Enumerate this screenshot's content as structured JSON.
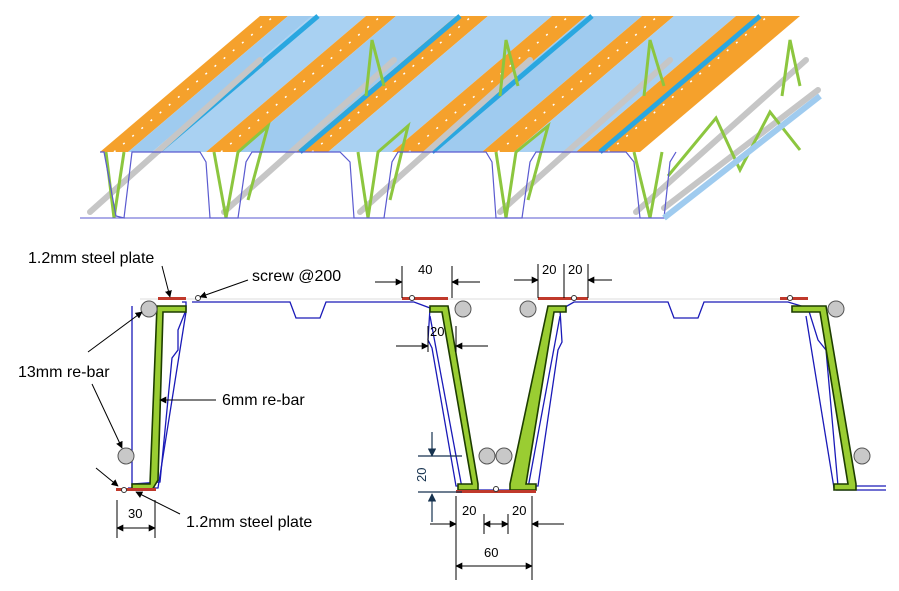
{
  "labels": {
    "top_plate": "1.2mm steel plate",
    "screw": "screw @200",
    "rebar_13": "13mm re-bar",
    "rebar_6": "6mm re-bar",
    "bottom_plate": "1.2mm steel plate"
  },
  "dimensions": {
    "bottom_width_left": "30",
    "top_flange": "40",
    "web_offset": "20",
    "flange_half_a": "20",
    "flange_half_b": "20",
    "trough_height": "20",
    "bottom_left": "20",
    "bottom_right": "20",
    "bottom_total": "60"
  },
  "colors": {
    "deck_line": "#1a1ab8",
    "rebar_green": "#9acd32",
    "rebar_outline": "#1d3d00",
    "plate_red": "#c0392b",
    "orange_strip": "#f5a12c",
    "blue_strip": "#9fcbef",
    "bar_gray": "#c8c8c8"
  }
}
